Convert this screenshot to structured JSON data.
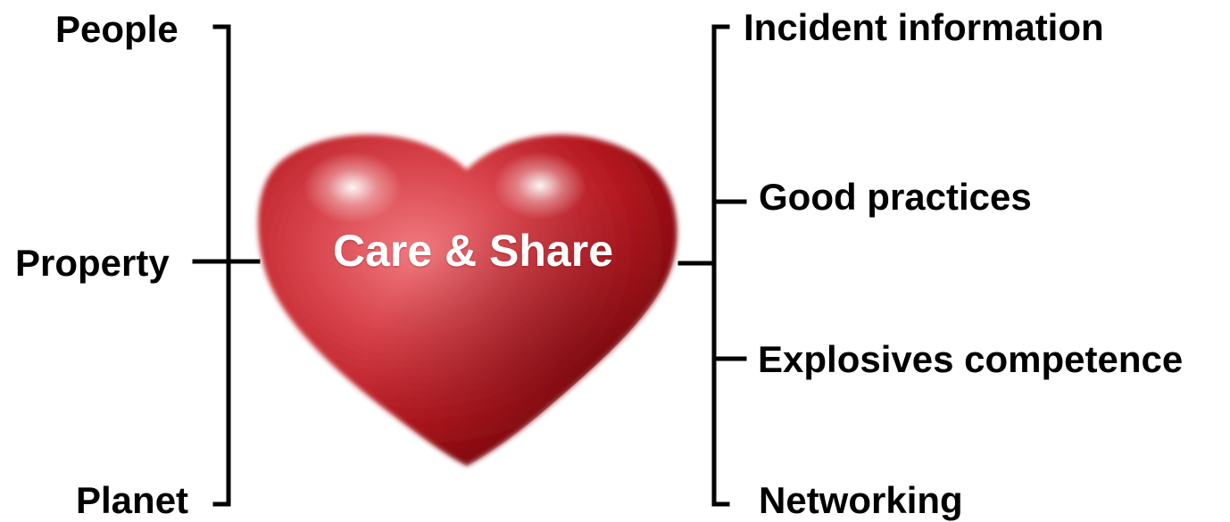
{
  "center": {
    "label": "Care & Share",
    "shape_icon": "heart-icon",
    "color": "#b3171f"
  },
  "left_branch": {
    "items": [
      "People",
      "Property",
      "Planet"
    ]
  },
  "right_branch": {
    "items": [
      "Incident information",
      "Good practices",
      "Explosives competence",
      "Networking"
    ]
  },
  "line_color": "#000000"
}
